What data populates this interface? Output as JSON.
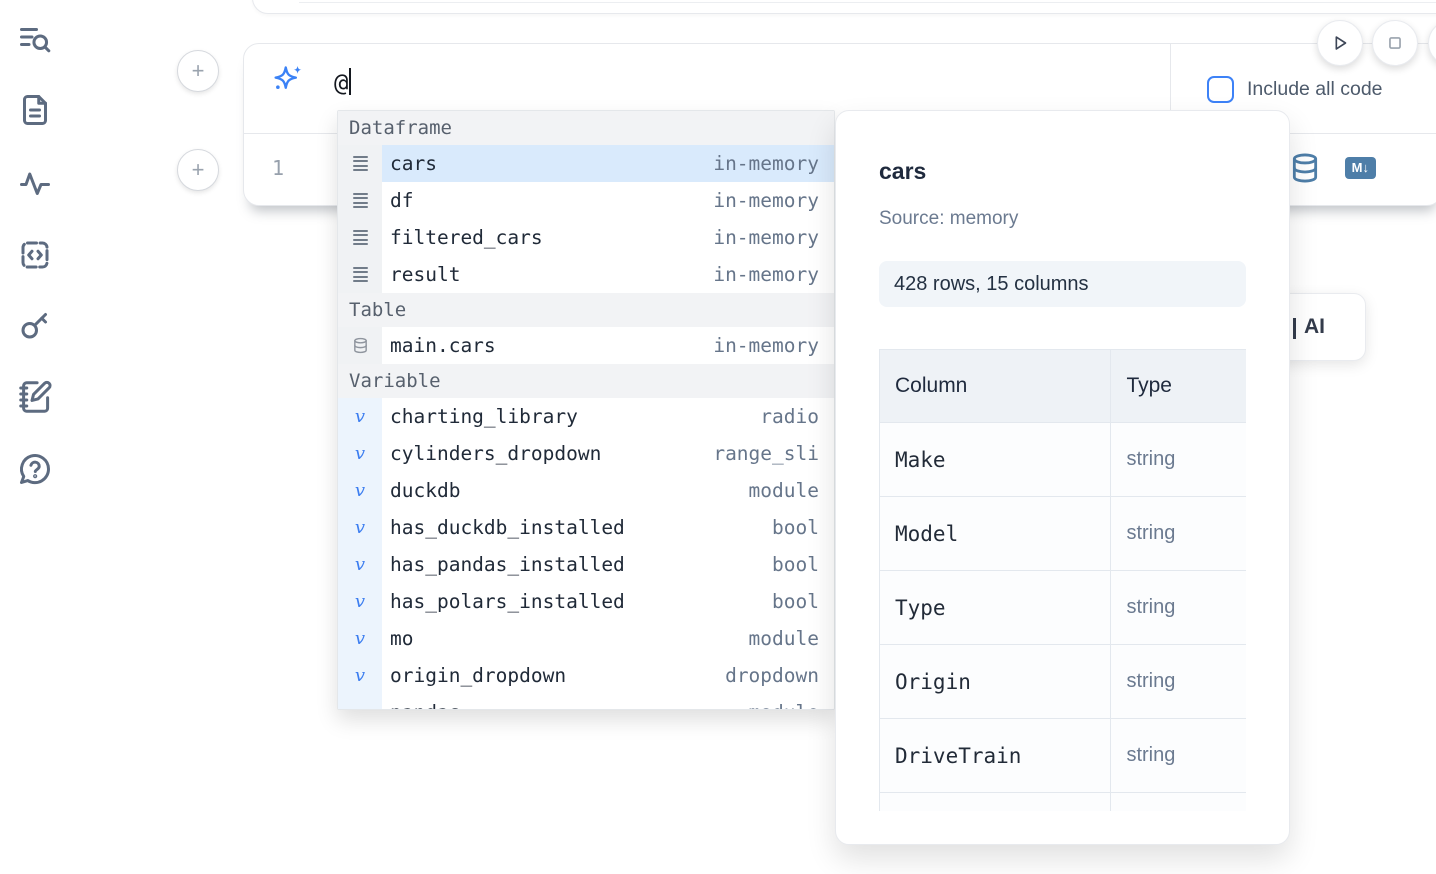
{
  "colors": {
    "accent_blue": "#3b82f6",
    "steel_blue": "#4e7ea8",
    "selected_row_bg": "#d9eafc",
    "sidebar_icon": "#5d6b80",
    "border": "#e6e8ec"
  },
  "sidebar": {
    "icons": [
      "list-search-icon",
      "file-text-icon",
      "activity-icon",
      "code-square-icon",
      "key-icon",
      "notebook-pen-icon",
      "help-circle-icon"
    ]
  },
  "toolbar": {
    "play_button": "run",
    "stop_button": "stop"
  },
  "ai_input": {
    "typed_text": "@",
    "include_all_code_label": "Include all code",
    "include_all_code_checked": false
  },
  "cell": {
    "line_number": "1"
  },
  "autocomplete": {
    "rows": [
      {
        "kind": "header",
        "label": "Dataframe"
      },
      {
        "kind": "item",
        "icon": "rows-icon",
        "label": "cars",
        "type": "in-memory",
        "selected": true,
        "gutter": "gray"
      },
      {
        "kind": "item",
        "icon": "rows-icon",
        "label": "df",
        "type": "in-memory",
        "gutter": "gray"
      },
      {
        "kind": "item",
        "icon": "rows-icon",
        "label": "filtered_cars",
        "type": "in-memory",
        "gutter": "gray"
      },
      {
        "kind": "item",
        "icon": "rows-icon",
        "label": "result",
        "type": "in-memory",
        "gutter": "gray"
      },
      {
        "kind": "header",
        "label": "Table"
      },
      {
        "kind": "item",
        "icon": "database-icon",
        "label": "main.cars",
        "type": "in-memory",
        "gutter": "gray"
      },
      {
        "kind": "header",
        "label": "Variable"
      },
      {
        "kind": "item",
        "icon": "variable-icon",
        "label": "charting_library",
        "type": "radio",
        "gutter": "blue"
      },
      {
        "kind": "item",
        "icon": "variable-icon",
        "label": "cylinders_dropdown",
        "type": "range_sli",
        "gutter": "blue"
      },
      {
        "kind": "item",
        "icon": "variable-icon",
        "label": "duckdb",
        "type": "module",
        "gutter": "blue"
      },
      {
        "kind": "item",
        "icon": "variable-icon",
        "label": "has_duckdb_installed",
        "type": "bool",
        "gutter": "blue"
      },
      {
        "kind": "item",
        "icon": "variable-icon",
        "label": "has_pandas_installed",
        "type": "bool",
        "gutter": "blue"
      },
      {
        "kind": "item",
        "icon": "variable-icon",
        "label": "has_polars_installed",
        "type": "bool",
        "gutter": "blue"
      },
      {
        "kind": "item",
        "icon": "variable-icon",
        "label": "mo",
        "type": "module",
        "gutter": "blue"
      },
      {
        "kind": "item",
        "icon": "variable-icon",
        "label": "origin_dropdown",
        "type": "dropdown",
        "gutter": "blue"
      },
      {
        "kind": "item",
        "icon": "variable-icon",
        "label": "pandas",
        "type": "module",
        "gutter": "blue"
      }
    ]
  },
  "preview": {
    "title": "cars",
    "source": "Source: memory",
    "shape": "428 rows, 15 columns",
    "table": {
      "headers": {
        "column": "Column",
        "type": "Type"
      },
      "rows": [
        {
          "column": "Make",
          "type": "string"
        },
        {
          "column": "Model",
          "type": "string"
        },
        {
          "column": "Type",
          "type": "string"
        },
        {
          "column": "Origin",
          "type": "string"
        },
        {
          "column": "DriveTrain",
          "type": "string"
        },
        {
          "column": "",
          "type": ""
        }
      ]
    }
  },
  "ai_button": {
    "label": "AI"
  }
}
